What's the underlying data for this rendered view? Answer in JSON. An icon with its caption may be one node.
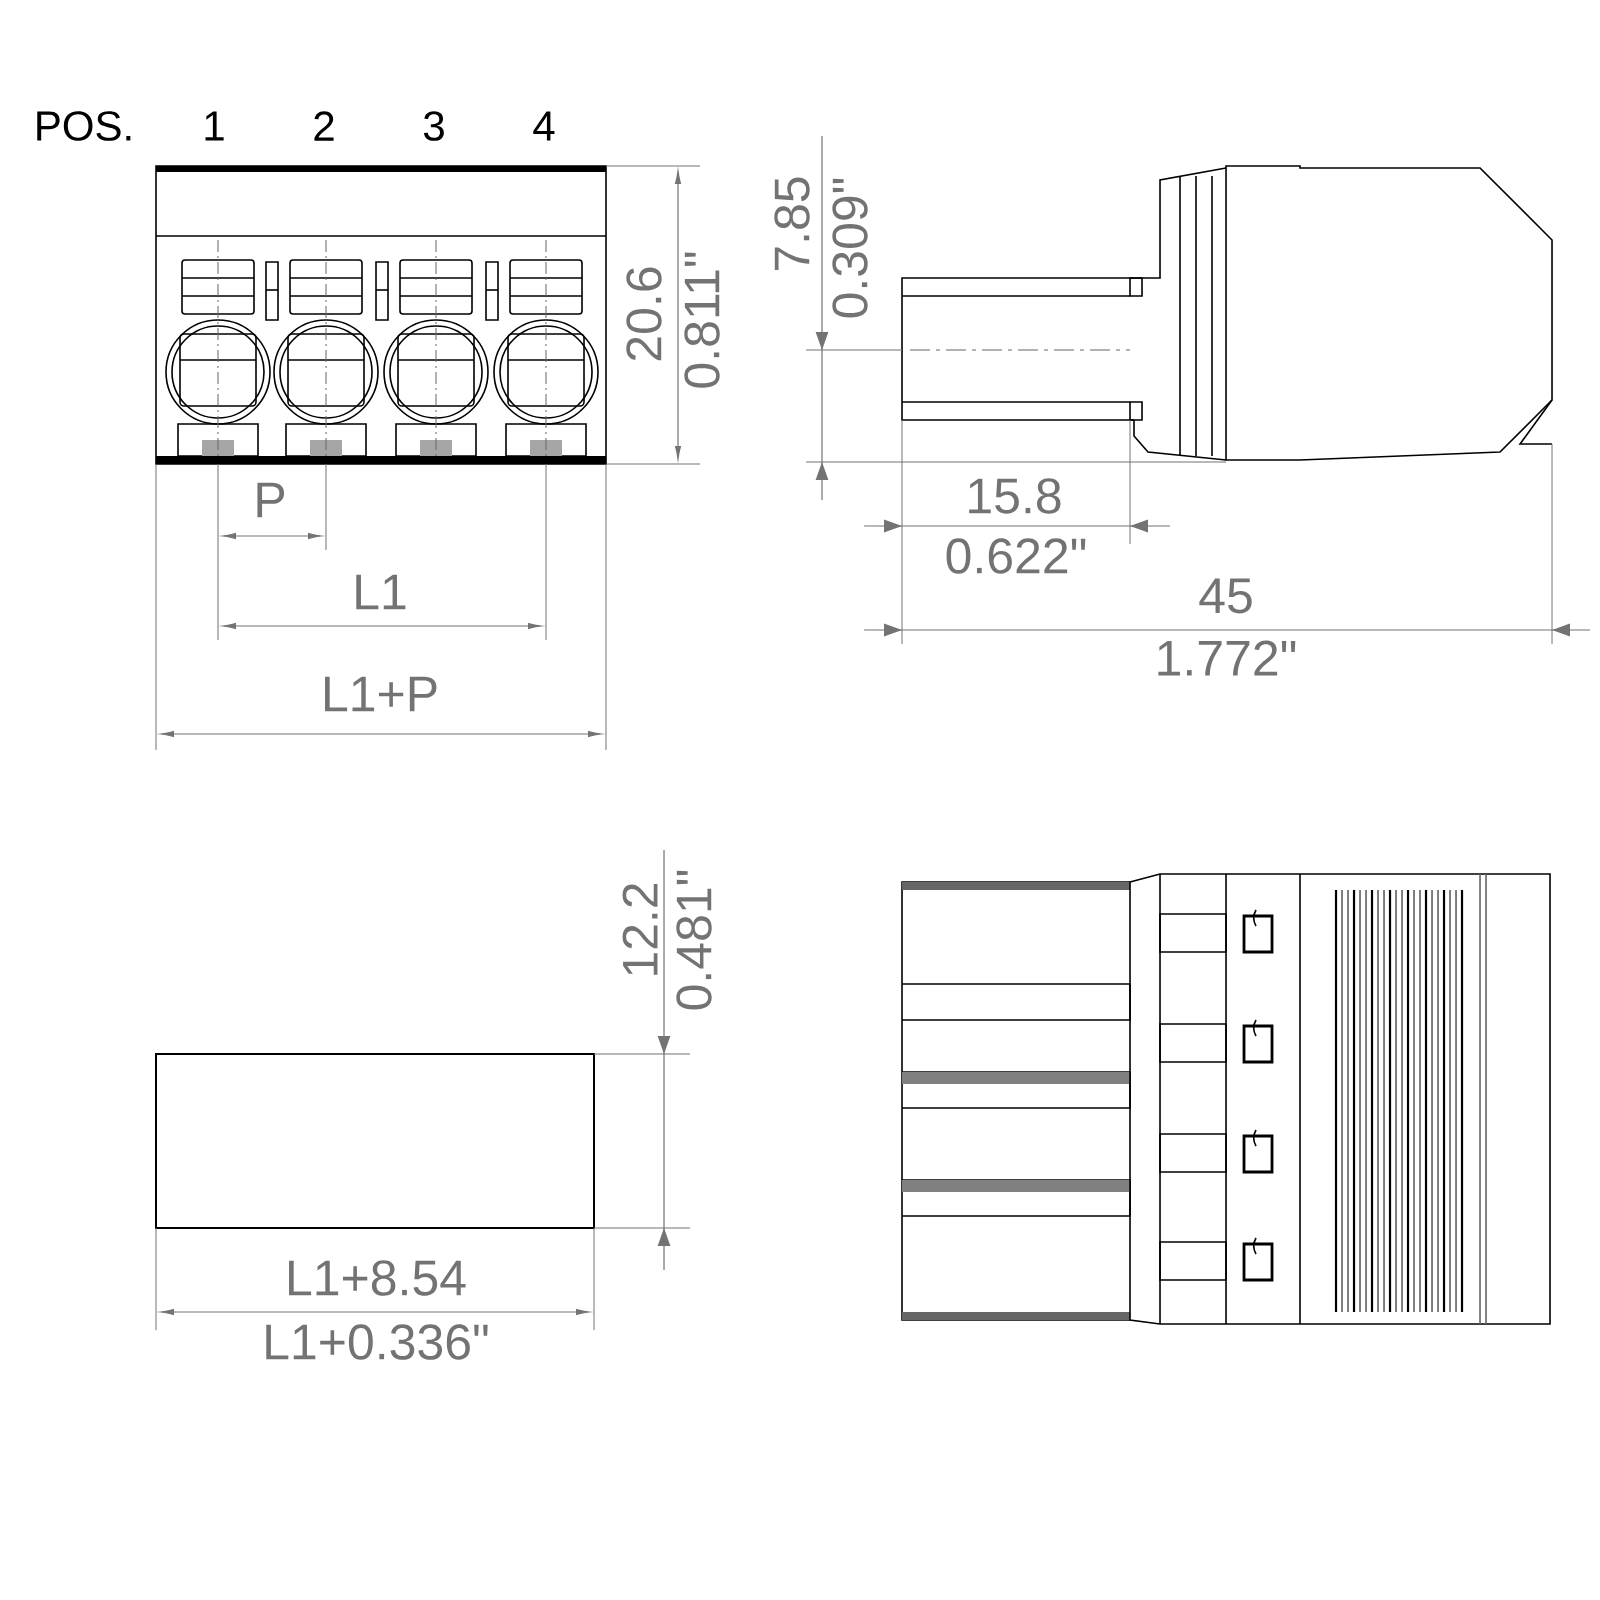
{
  "diagram": {
    "labels": [
      "POS.",
      "1",
      "2",
      "3",
      "4",
      "20.6",
      "0.811\"",
      "7.85",
      "0.309\"",
      "P",
      "15.8",
      "0.622\"",
      "45",
      "1.772\"",
      "L1",
      "L1+P",
      "12.2",
      "0.481\"",
      "L1+8.54",
      "L1+0.336\""
    ]
  }
}
